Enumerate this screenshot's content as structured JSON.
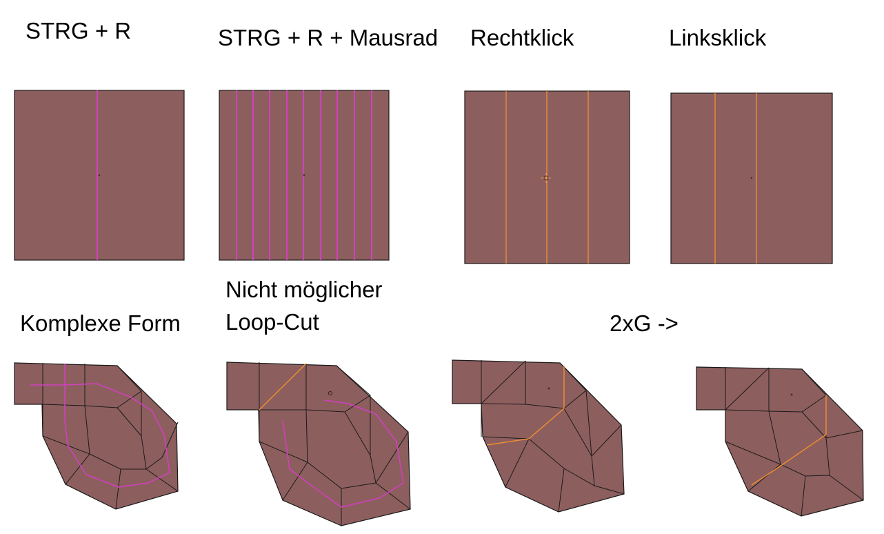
{
  "labels": {
    "strg_r": "STRG + R",
    "strg_r_mausrad": "STRG + R + Mausrad",
    "rechtsklick": "Rechtklick",
    "linksklick": "Linksklick",
    "komplexe_form": "Komplexe Form",
    "nicht_moeglich_line1": "Nicht möglicher",
    "nicht_moeglich_line2": "Loop-Cut",
    "zwei_g": "2xG ->"
  },
  "colors": {
    "face": "#8d5e5e",
    "edge": "#1a1a1a",
    "preview_edge": "#d040c0",
    "selected_edge": "#f09030"
  }
}
